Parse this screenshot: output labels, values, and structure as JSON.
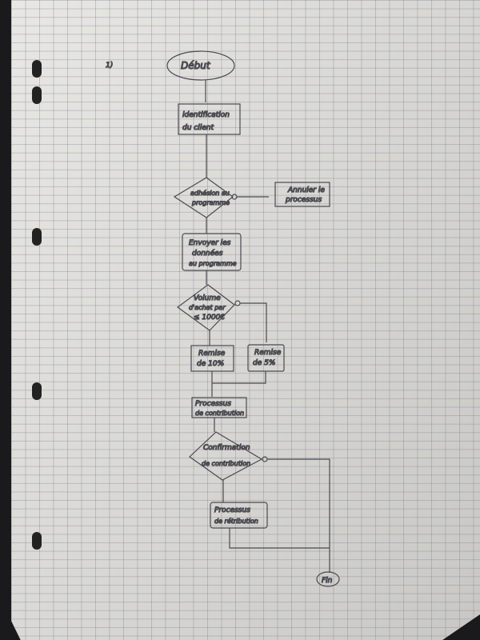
{
  "label": "1)",
  "nodes": {
    "start": "Début",
    "identify": [
      "identification",
      "du client"
    ],
    "adhesion": [
      "adhésion au",
      "programme"
    ],
    "cancel": [
      "Annuler le",
      "processus"
    ],
    "send": [
      "Envoyer les",
      "données",
      "au programme"
    ],
    "volume": [
      "Volume",
      "d'achat par",
      "≤ 1000€"
    ],
    "discount10": [
      "Remise",
      "de 10%"
    ],
    "discount5": [
      "Remise",
      "de 5%"
    ],
    "contribution": [
      "Processus",
      "de contribution"
    ],
    "confirm": [
      "Confirmation",
      "de contribution"
    ],
    "retribution": [
      "Processus",
      "de rétribution"
    ],
    "end": "Fin"
  }
}
